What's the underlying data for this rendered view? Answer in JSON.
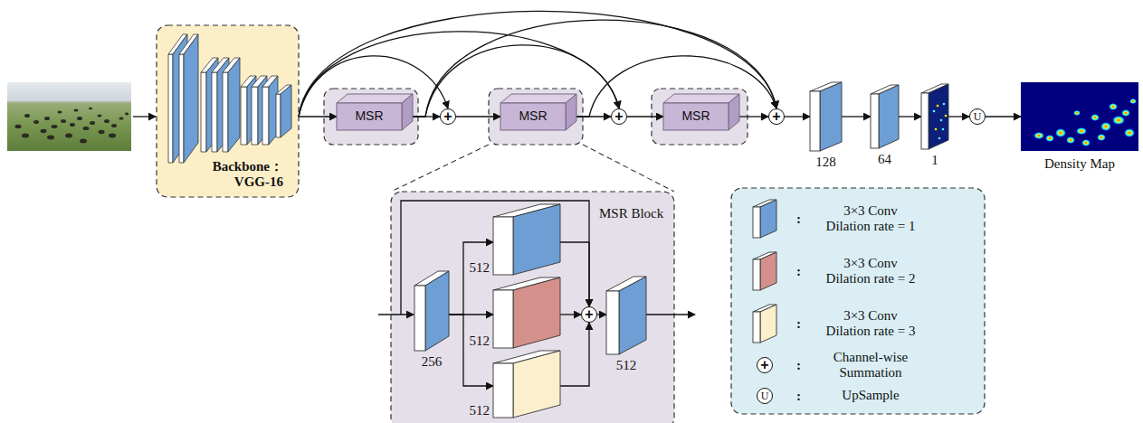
{
  "diagram": {
    "nodes": [
      {
        "text": [
          "Backbone： VGG-16"
        ]
      },
      {
        "text": [
          "MSR"
        ]
      },
      {
        "text": [
          "+"
        ]
      },
      {
        "text": [
          "MSR"
        ]
      },
      {
        "text": [
          "+"
        ]
      },
      {
        "text": [
          "MSR"
        ]
      },
      {
        "text": [
          "+"
        ]
      },
      {
        "text": [
          "128"
        ]
      },
      {
        "text": [
          "64"
        ]
      },
      {
        "text": [
          "1"
        ]
      },
      {
        "text": [
          "U"
        ]
      },
      {
        "text": [
          "Density Map"
        ]
      },
      {
        "text": [
          "MSR Block"
        ]
      },
      {
        "text": [
          "256"
        ],
        "in": 12
      },
      {
        "text": [
          "512"
        ],
        "in": 12
      },
      {
        "text": [
          "512"
        ],
        "in": 12
      },
      {
        "text": [
          "512"
        ],
        "in": 12
      },
      {
        "text": [
          "+"
        ],
        "in": 12
      },
      {
        "text": [
          "512"
        ],
        "in": 12
      }
    ],
    "edges": [
      {
        "from": 0,
        "to": 1,
        "arrow": "to"
      },
      {
        "from": 0,
        "to": 2,
        "arrow": "to"
      },
      {
        "from": 0,
        "to": 4,
        "arrow": "to"
      },
      {
        "from": 0,
        "to": 6,
        "arrow": "to"
      },
      {
        "from": 1,
        "to": 2,
        "arrow": "to"
      },
      {
        "from": 1,
        "to": 4,
        "arrow": "to"
      },
      {
        "from": 1,
        "to": 6,
        "arrow": "to"
      },
      {
        "from": 2,
        "to": 3,
        "arrow": "to"
      },
      {
        "from": 3,
        "to": 4,
        "arrow": "to"
      },
      {
        "from": 3,
        "to": 6,
        "arrow": "to"
      },
      {
        "from": 4,
        "to": 5,
        "arrow": "to"
      },
      {
        "from": 5,
        "to": 6,
        "arrow": "to"
      },
      {
        "from": 6,
        "to": 7,
        "arrow": "to"
      },
      {
        "from": 7,
        "to": 8,
        "arrow": "to"
      },
      {
        "from": 8,
        "to": 9,
        "arrow": "to"
      },
      {
        "from": 9,
        "to": 10,
        "arrow": "to"
      },
      {
        "from": 10,
        "to": 11,
        "arrow": "to"
      },
      {
        "from": 13,
        "to": 14,
        "arrow": "to"
      },
      {
        "from": 13,
        "to": 15,
        "arrow": "to"
      },
      {
        "from": 13,
        "to": 16,
        "arrow": "to"
      },
      {
        "from": 14,
        "to": 17,
        "arrow": "to"
      },
      {
        "from": 15,
        "to": 17,
        "arrow": "to"
      },
      {
        "from": 16,
        "to": 17,
        "arrow": "to"
      },
      {
        "from": 17,
        "to": 18,
        "arrow": "to"
      }
    ],
    "labels": [
      ":",
      ":",
      ":",
      "+",
      ":",
      "U",
      ":"
    ],
    "legend": [
      {
        "text": "3×3 Conv Dilation rate = 1",
        "color": "#6d9fd5"
      },
      {
        "text": "3×3 Conv Dilation rate = 2",
        "color": "#d4908b"
      },
      {
        "text": "3×3 Conv Dilation rate = 3",
        "color": "#fbefce"
      },
      {
        "text": "Channel-wise Summation"
      },
      {
        "text": "UpSample"
      }
    ]
  }
}
